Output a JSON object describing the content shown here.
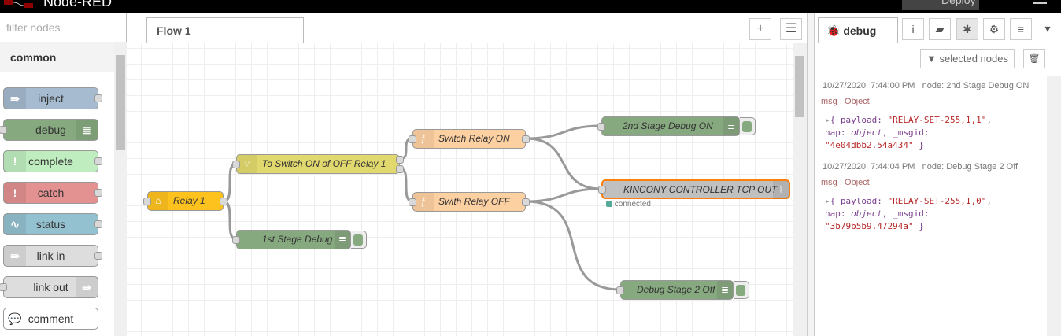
{
  "header": {
    "title": "Node-RED",
    "deploy_label": "Deploy"
  },
  "palette": {
    "filter_placeholder": "filter nodes",
    "category": "common",
    "nodes": [
      {
        "label": "inject",
        "color": "#a6bbcf"
      },
      {
        "label": "debug",
        "color": "#87a980"
      },
      {
        "label": "complete",
        "color": "#c0edc0"
      },
      {
        "label": "catch",
        "color": "#e49191"
      },
      {
        "label": "status",
        "color": "#94c1d0"
      },
      {
        "label": "link in",
        "color": "#dddddd"
      },
      {
        "label": "link out",
        "color": "#dddddd"
      },
      {
        "label": "comment",
        "color": "#ffffff"
      }
    ]
  },
  "workspace": {
    "tab": "Flow 1",
    "nodes": [
      {
        "label": "Relay 1",
        "color": "#fdc21e",
        "icon": "homekit-icon"
      },
      {
        "label": "To Switch ON of OFF Relay 1",
        "color": "#e2d96e",
        "icon": "switch-icon"
      },
      {
        "label": "1st Stage Debug",
        "color": "#87a980",
        "icon": "debug-icon"
      },
      {
        "label": "Switch Relay ON",
        "color": "#fdd0a2",
        "icon": "function-icon"
      },
      {
        "label": "Swith Relay OFF",
        "color": "#fdd0a2",
        "icon": "function-icon"
      },
      {
        "label": "2nd Stage Debug ON",
        "color": "#87a980",
        "icon": "debug-icon"
      },
      {
        "label": "KINCONY CONTROLLER TCP OUT",
        "color": "#c0c0c0",
        "icon": "tcp-icon",
        "status": "connected",
        "status_color": "#5a9"
      },
      {
        "label": "Debug Stage 2 Off",
        "color": "#87a980",
        "icon": "debug-icon"
      }
    ]
  },
  "sidebar": {
    "tab": "debug",
    "filter_label": "selected nodes",
    "messages": [
      {
        "time": "10/27/2020, 7:44:00 PM",
        "node": "node: 2nd Stage Debug ON",
        "type": "msg : Object",
        "payload": "\"RELAY-SET-255,1,1\"",
        "msgid": "\"4e04dbb2.54a434\""
      },
      {
        "time": "10/27/2020, 7:44:04 PM",
        "node": "node: Debug Stage 2 Off",
        "type": "msg : Object",
        "payload": "\"RELAY-SET-255,1,0\"",
        "msgid": "\"3b79b5b9.47294a\""
      }
    ]
  }
}
